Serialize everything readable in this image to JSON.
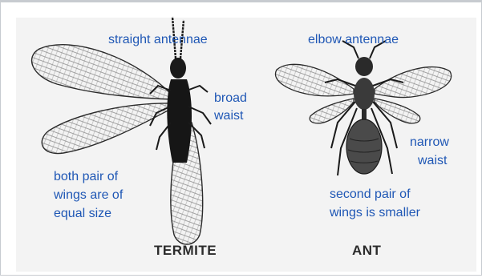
{
  "labels": {
    "termite_antennae": "straight antennae",
    "termite_waist_1": "broad",
    "termite_waist_2": "waist",
    "termite_wings_1": "both pair of",
    "termite_wings_2": "wings are of",
    "termite_wings_3": "equal size",
    "ant_antennae": "elbow antennae",
    "ant_waist_1": "narrow",
    "ant_waist_2": "waist",
    "ant_wings_1": "second pair of",
    "ant_wings_2": "wings is smaller"
  },
  "captions": {
    "termite": "TERMITE",
    "ant": "ANT"
  },
  "colors": {
    "label": "#1f57b5",
    "caption": "#2b2b2b",
    "panel": "#f3f3f3",
    "border": "#c7cbd0",
    "insect": "#1a1a1a"
  }
}
